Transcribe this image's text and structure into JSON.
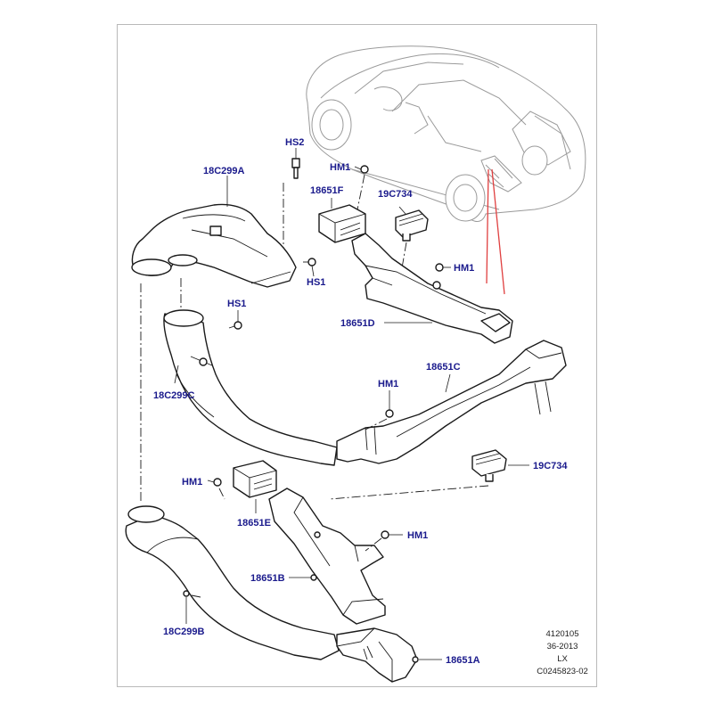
{
  "labels": {
    "hs2": "HS2",
    "c18c299a": "18C299A",
    "hm1_top": "HM1",
    "f18651f": "18651F",
    "c19c734_top": "19C734",
    "hm1_upper_right": "HM1",
    "hs1_right": "HS1",
    "hs1_left": "HS1",
    "d18651d": "18651D",
    "c18c299c": "18C299C",
    "hm1_middle": "HM1",
    "c18651c": "18651C",
    "hm1_lower_left": "HM1",
    "c19c734_bottom": "19C734",
    "e18651e": "18651E",
    "hm1_lower": "HM1",
    "b18651b": "18651B",
    "b18c299b": "18C299B",
    "a18651a": "18651A"
  },
  "reference": {
    "line1": "4120105",
    "line2": "36-2013",
    "line3": "LX",
    "line4": "C0245823-02"
  },
  "colors": {
    "label": "#1a1a8c",
    "highlight": "#e04040",
    "frame": "#b9b9b9"
  }
}
